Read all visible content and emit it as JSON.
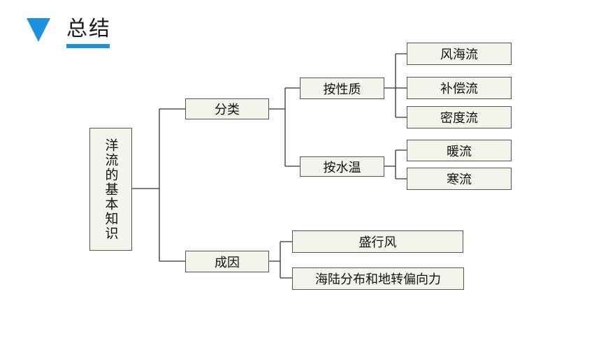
{
  "header": {
    "title": "总结"
  },
  "root": {
    "label": "洋流的基本知识"
  },
  "branches": {
    "classification": {
      "label": "分类"
    },
    "by_nature": {
      "label": "按性质"
    },
    "by_temperature": {
      "label": "按水温"
    },
    "causes": {
      "label": "成因"
    }
  },
  "leaves": {
    "wind_current": "风海流",
    "compensation_current": "补偿流",
    "density_current": "密度流",
    "warm_current": "暖流",
    "cold_current": "寒流",
    "prevailing_wind": "盛行风",
    "land_sea_rotation": "海陆分布和地转偏向力"
  }
}
